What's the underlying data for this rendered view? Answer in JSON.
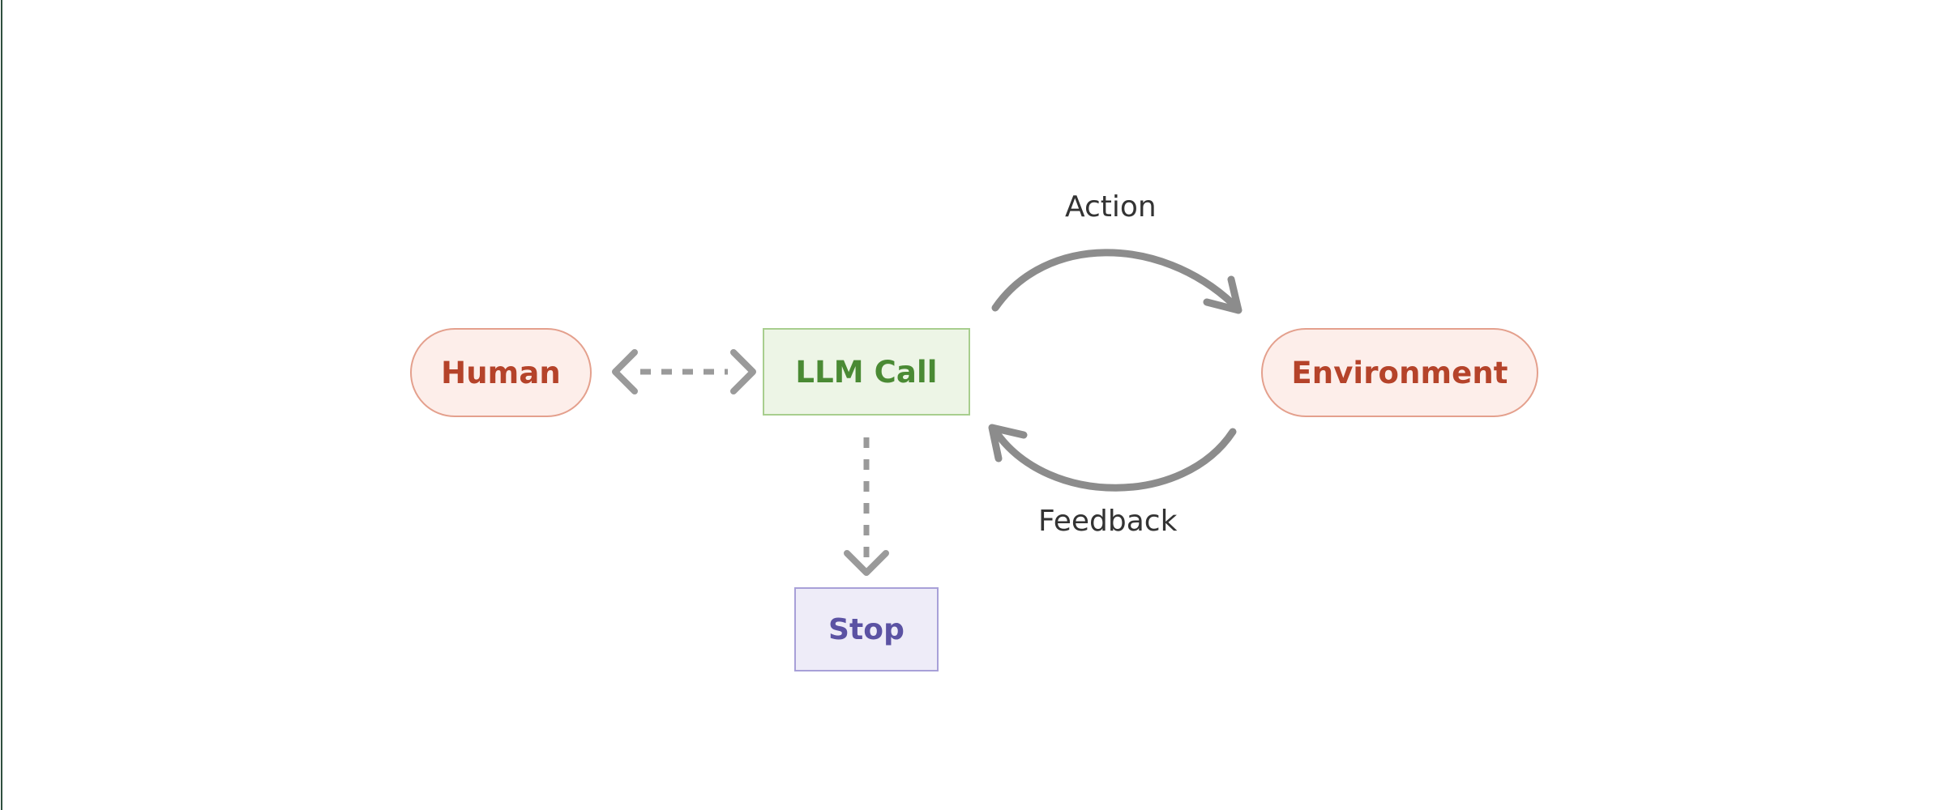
{
  "diagram": {
    "type": "flowchart",
    "title": "",
    "nodes": [
      {
        "id": "human",
        "label": "Human",
        "shape": "pill",
        "fill": "#fdeeea",
        "border": "#e4a08d",
        "text_color": "#b5432a"
      },
      {
        "id": "llm-call",
        "label": "LLM Call",
        "shape": "rectangle",
        "fill": "#edf5e6",
        "border": "#a8ce8e",
        "text_color": "#4a8a34"
      },
      {
        "id": "environment",
        "label": "Environment",
        "shape": "pill",
        "fill": "#fdeeea",
        "border": "#e4a08d",
        "text_color": "#b5432a"
      },
      {
        "id": "stop",
        "label": "Stop",
        "shape": "rectangle",
        "fill": "#eeecf8",
        "border": "#a8a0d8",
        "text_color": "#5b52a3"
      }
    ],
    "edges": [
      {
        "id": "human-llm",
        "from": "human",
        "to": "llm-call",
        "label": "",
        "style": "dashed",
        "direction": "bidirectional",
        "color": "#999999"
      },
      {
        "id": "llm-environment",
        "from": "llm-call",
        "to": "environment",
        "label": "Action",
        "style": "solid",
        "direction": "forward",
        "curve": "arc-up",
        "color": "#8c8c8c"
      },
      {
        "id": "environment-llm",
        "from": "environment",
        "to": "llm-call",
        "label": "Feedback",
        "style": "solid",
        "direction": "forward",
        "curve": "arc-down",
        "color": "#8c8c8c"
      },
      {
        "id": "llm-stop",
        "from": "llm-call",
        "to": "stop",
        "label": "",
        "style": "dashed",
        "direction": "forward",
        "color": "#999999"
      }
    ],
    "captions": {
      "action": "Action",
      "feedback": "Feedback"
    },
    "accent_rule_color": "#2f4f3e",
    "background": "#ffffff"
  }
}
